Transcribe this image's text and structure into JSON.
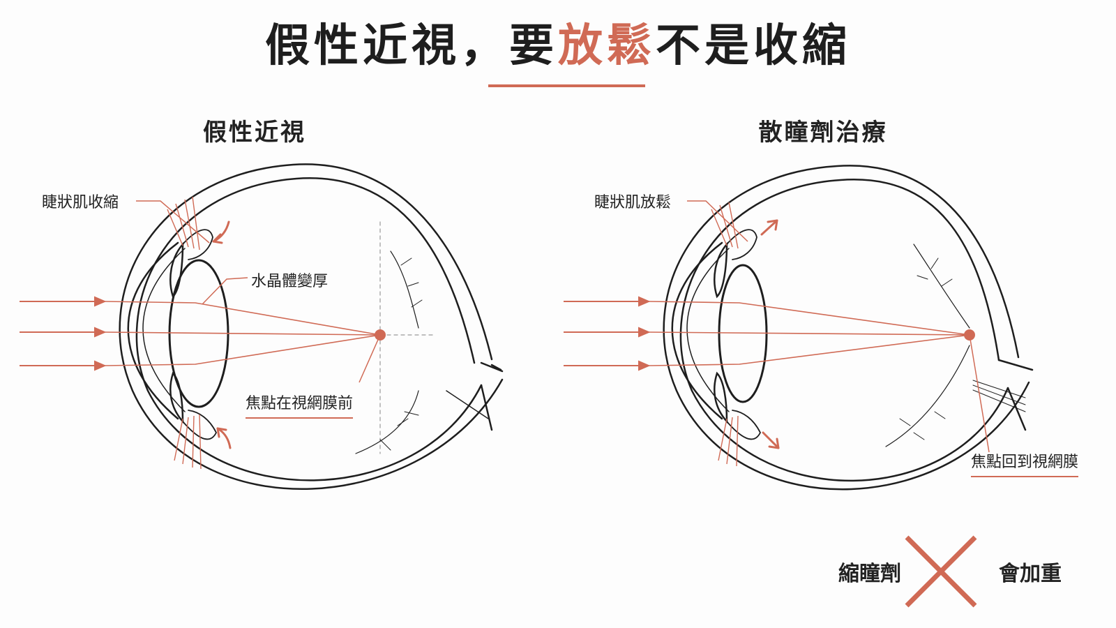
{
  "title": {
    "part1": "假性近視，要",
    "highlight": "放鬆",
    "part2": "不是收縮"
  },
  "left_panel": {
    "title": "假性近視",
    "ciliary_label": "睫狀肌收縮",
    "lens_label": "水晶體變厚",
    "focus_label": "焦點在視網膜前"
  },
  "right_panel": {
    "title": "散瞳劑治療",
    "ciliary_label": "睫狀肌放鬆",
    "focus_label": "焦點回到視網膜"
  },
  "legend": {
    "left_text": "縮瞳劑",
    "right_text": "會加重",
    "icon": "cross-mark-icon"
  },
  "colors": {
    "accent": "#d06a55",
    "line": "#1e1e1e"
  }
}
